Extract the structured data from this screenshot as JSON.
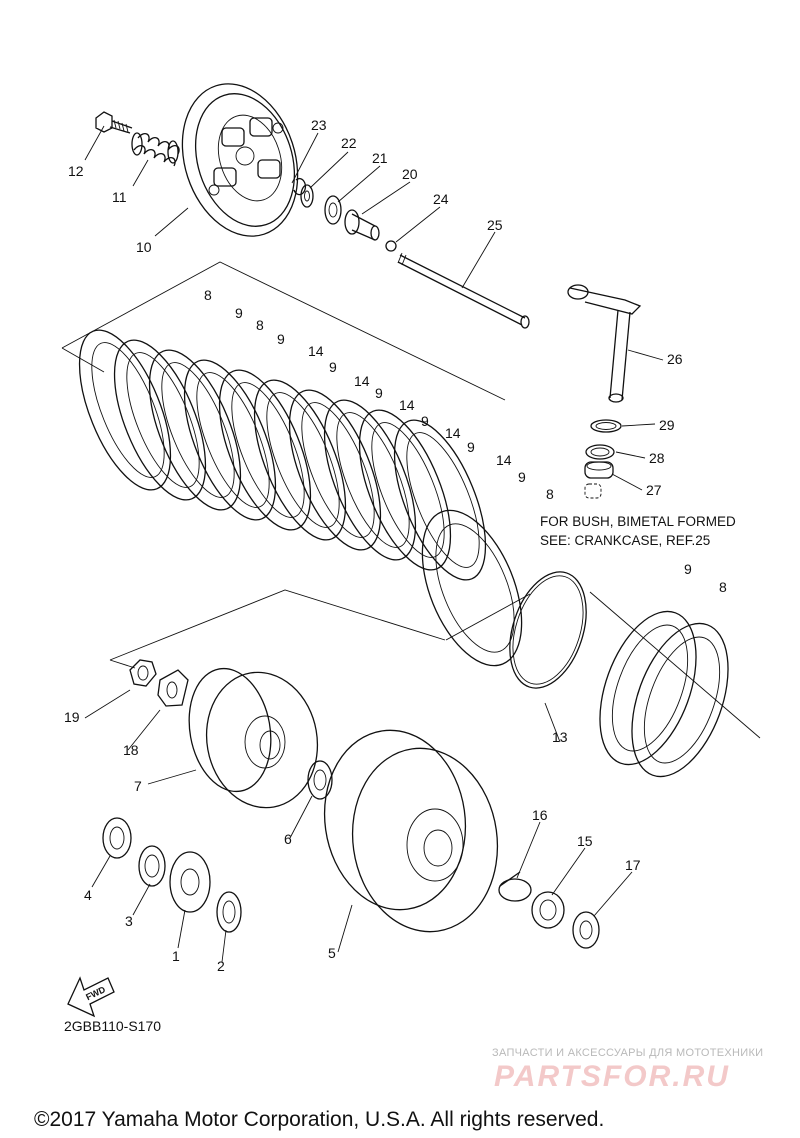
{
  "diagram": {
    "parts": [
      {
        "id": "1",
        "text": "1"
      },
      {
        "id": "2",
        "text": "2"
      },
      {
        "id": "3",
        "text": "3"
      },
      {
        "id": "4",
        "text": "4"
      },
      {
        "id": "5",
        "text": "5"
      },
      {
        "id": "6",
        "text": "6"
      },
      {
        "id": "7",
        "text": "7"
      },
      {
        "id": "8",
        "text": "8"
      },
      {
        "id": "9",
        "text": "9"
      },
      {
        "id": "10",
        "text": "10"
      },
      {
        "id": "11",
        "text": "11"
      },
      {
        "id": "12",
        "text": "12"
      },
      {
        "id": "13",
        "text": "13"
      },
      {
        "id": "14",
        "text": "14"
      },
      {
        "id": "15",
        "text": "15"
      },
      {
        "id": "16",
        "text": "16"
      },
      {
        "id": "17",
        "text": "17"
      },
      {
        "id": "18",
        "text": "18"
      },
      {
        "id": "19",
        "text": "19"
      },
      {
        "id": "20",
        "text": "20"
      },
      {
        "id": "21",
        "text": "21"
      },
      {
        "id": "22",
        "text": "22"
      },
      {
        "id": "23",
        "text": "23"
      },
      {
        "id": "24",
        "text": "24"
      },
      {
        "id": "25",
        "text": "25"
      },
      {
        "id": "26",
        "text": "26"
      },
      {
        "id": "27",
        "text": "27"
      },
      {
        "id": "28",
        "text": "28"
      },
      {
        "id": "29",
        "text": "29"
      }
    ],
    "note_line1": "FOR BUSH, BIMETAL FORMED",
    "note_line2": "SEE: CRANKCASE, REF.25",
    "fwd_label": "FWD",
    "diagram_code": "2GBB110-S170",
    "copyright": "©2017 Yamaha Motor Corporation, U.S.A. All rights reserved.",
    "watermark_caption": "ЗАПЧАСТИ И АКСЕССУАРЫ ДЛЯ МОТОТЕХНИКИ",
    "watermark_logo": "PARTSFOR.RU"
  }
}
